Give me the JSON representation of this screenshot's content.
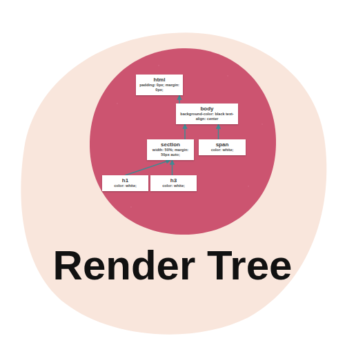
{
  "diagram": {
    "title": "Render Tree",
    "nodes": [
      {
        "text": [
          "html",
          "padding: 0px; margin: 0px;"
        ]
      },
      {
        "text": [
          "body",
          "background-color: black text-align: center"
        ]
      },
      {
        "text": [
          "section",
          "width: 50%; margin: 50px auto;"
        ]
      },
      {
        "text": [
          "span",
          "color: white;"
        ]
      },
      {
        "text": [
          "h1",
          "color: white;"
        ]
      },
      {
        "text": [
          "h3",
          "color: white;"
        ]
      }
    ],
    "edges": [
      {
        "from": 1,
        "to": 0,
        "arrow": "to"
      },
      {
        "from": 2,
        "to": 1,
        "arrow": "to"
      },
      {
        "from": 3,
        "to": 1,
        "arrow": "to"
      },
      {
        "from": 4,
        "to": 2,
        "arrow": "to"
      },
      {
        "from": 5,
        "to": 2,
        "arrow": "to"
      }
    ]
  }
}
